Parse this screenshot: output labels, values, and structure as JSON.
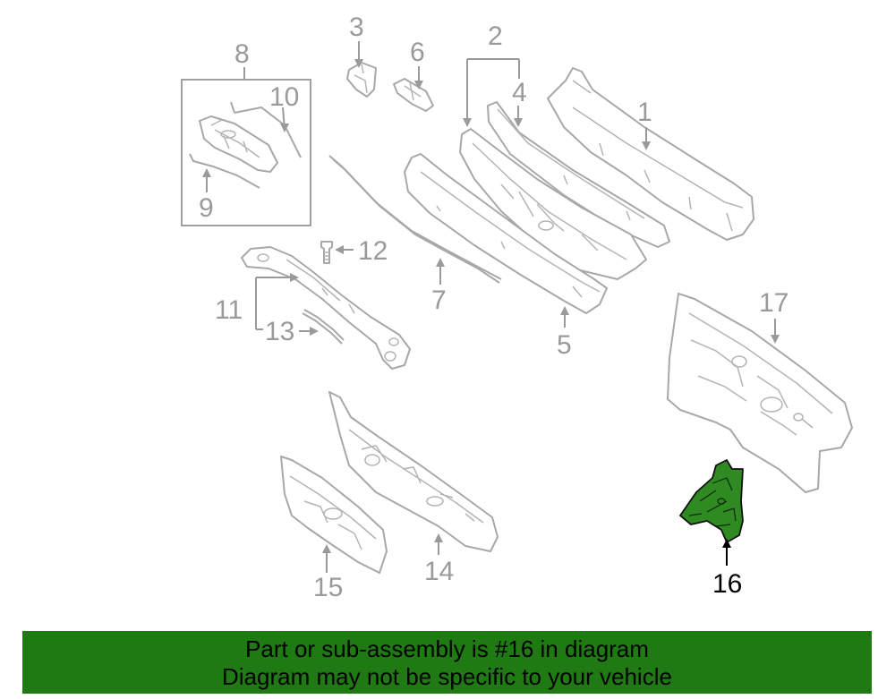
{
  "callouts": {
    "c1": "1",
    "c2": "2",
    "c3": "3",
    "c4": "4",
    "c5": "5",
    "c6": "6",
    "c7": "7",
    "c8": "8",
    "c9": "9",
    "c10": "10",
    "c11": "11",
    "c12": "12",
    "c13": "13",
    "c14": "14",
    "c15": "15",
    "c16": "16",
    "c17": "17"
  },
  "highlighted_part": "16",
  "colors": {
    "highlight_part": "#2f8a22",
    "banner": "#1f7a14",
    "line_art": "#a8a8a8"
  },
  "banner": {
    "line1": "Part or sub-assembly is #16 in diagram",
    "line2": "Diagram may not be specific to your vehicle"
  }
}
